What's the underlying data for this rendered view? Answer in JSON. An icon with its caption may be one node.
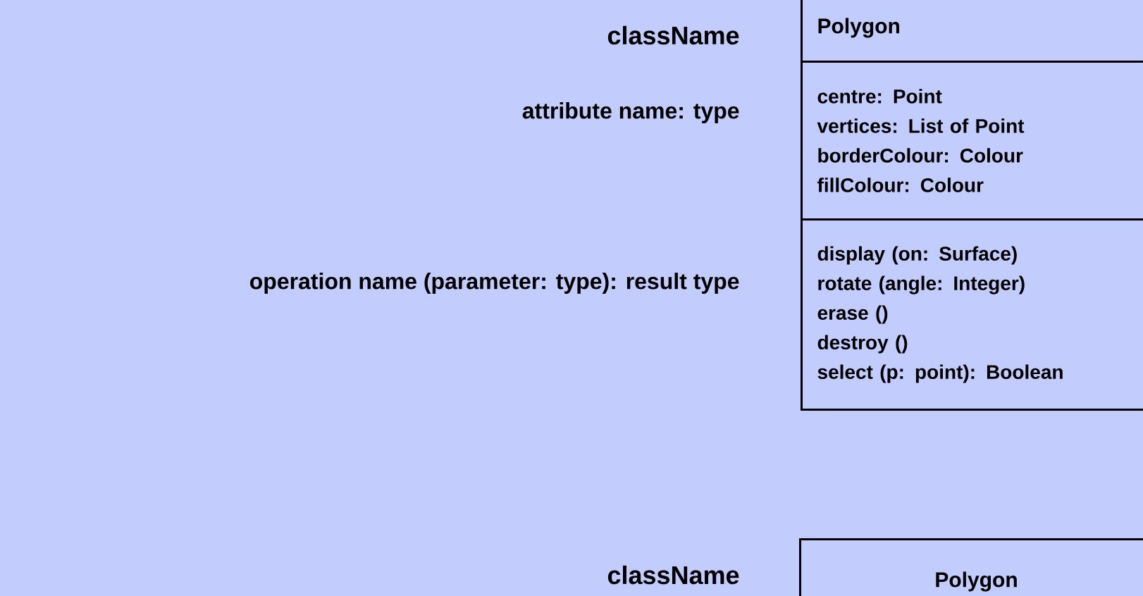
{
  "diagram": {
    "nodes": [
      {
        "text": [
          "Polygon"
        ]
      },
      {
        "text": [
          "centre: Point",
          "vertices: List of Point",
          "borderColour: Colour",
          "fillColour: Colour"
        ]
      },
      {
        "text": [
          "display (on: Surface)",
          "rotate (angle: Integer)",
          "erase ()",
          "destroy ()",
          "select (p: point): Boolean"
        ]
      },
      {
        "text": [
          "Polygon"
        ]
      }
    ],
    "labels": [
      "className",
      "attribute name: type",
      "operation name (parameter: type): result type",
      "className"
    ]
  }
}
